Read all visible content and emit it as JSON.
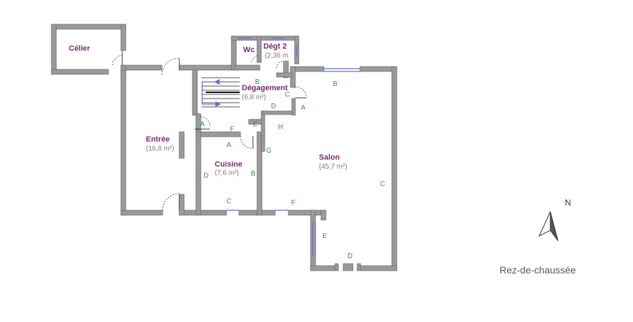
{
  "rooms": {
    "celier": {
      "name": "Célier"
    },
    "wc": {
      "name": "Wc"
    },
    "degt2": {
      "name": "Dégt 2",
      "area": "(2,36 m"
    },
    "degagement": {
      "name": "Dégagement",
      "area": "(6,8 m²)"
    },
    "entree": {
      "name": "Entrée",
      "area": "(16,8 m²)"
    },
    "cuisine": {
      "name": "Cuisine",
      "area": "(7,6 m²)"
    },
    "salon": {
      "name": "Salon",
      "area": "(45,7 m²)"
    }
  },
  "wall_labels": {
    "degagement_b": "B",
    "degagement_c": "C",
    "degagement_d": "D",
    "degagement_a": "A",
    "degagement_e": "E",
    "degagement_f": "F",
    "stair_a": "A",
    "cuisine_a": "A",
    "cuisine_b": "B",
    "cuisine_c": "C",
    "cuisine_d": "D",
    "salon_b": "B",
    "salon_h": "H",
    "salon_g": "G",
    "salon_c": "C",
    "salon_f": "F",
    "salon_e": "E",
    "salon_d": "D"
  },
  "compass": {
    "label": "N"
  },
  "caption": "Rez-de-chaussée"
}
